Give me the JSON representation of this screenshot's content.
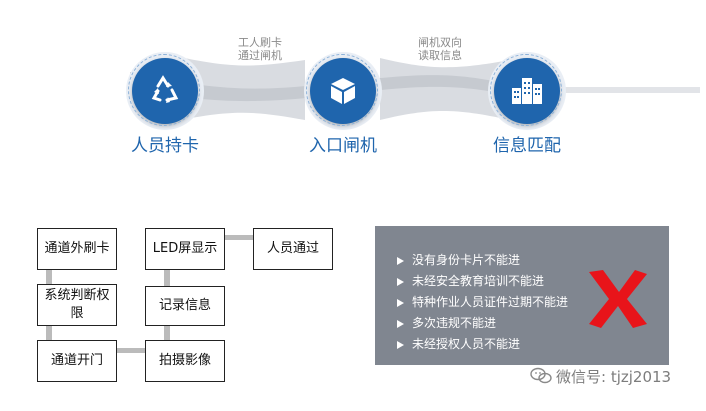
{
  "flow": {
    "steps": [
      {
        "label": "人员持卡",
        "icon": "recycle-icon"
      },
      {
        "label": "入口闸机",
        "icon": "cube-icon"
      },
      {
        "label": "信息匹配",
        "icon": "buildings-icon"
      }
    ],
    "connectors": [
      {
        "label": "工人刷卡\n通过闸机"
      },
      {
        "label": "闸机双向\n读取信息"
      }
    ],
    "colors": {
      "accent": "#1f65ad",
      "ribbon": "#d6d9de"
    }
  },
  "process": {
    "boxes": [
      {
        "label": "通道外刷卡"
      },
      {
        "label": "系统判断权限"
      },
      {
        "label": "通道开门"
      },
      {
        "label": "拍摄影像"
      },
      {
        "label": "记录信息"
      },
      {
        "label": "LED屏显示"
      },
      {
        "label": "人员通过"
      }
    ]
  },
  "rules": {
    "items": [
      "没有身份卡片不能进",
      "未经安全教育培训不能进",
      "特种作业人员证件过期不能进",
      "多次违规不能进",
      "未经授权人员不能进"
    ],
    "colors": {
      "panel": "#808690",
      "cross": "#e8141a"
    }
  },
  "watermark": {
    "text": "微信号: tjzj2013"
  }
}
